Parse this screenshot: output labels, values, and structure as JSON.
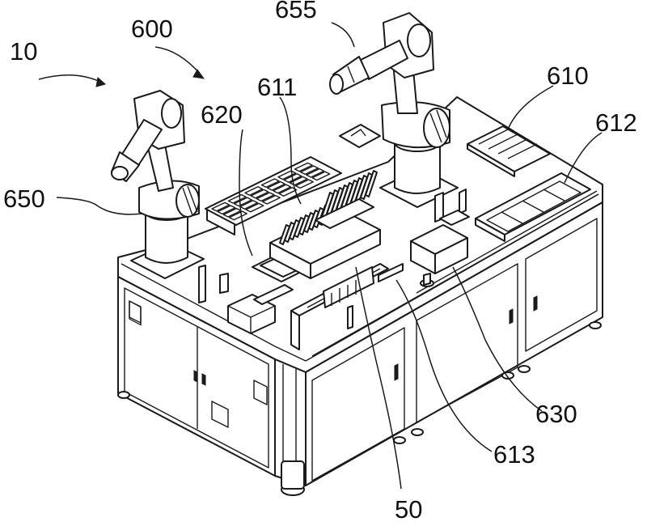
{
  "figure": {
    "labels": {
      "system": "10",
      "assembly": "600",
      "robot_left": "650",
      "robot_right": "655",
      "tray_area": "611",
      "fixture_area": "620",
      "right_station": "610",
      "right_tray": "612",
      "heatsink": "50",
      "rail": "613",
      "box": "630"
    }
  },
  "colors": {
    "line": "#1a1a1a",
    "background": "#ffffff"
  }
}
